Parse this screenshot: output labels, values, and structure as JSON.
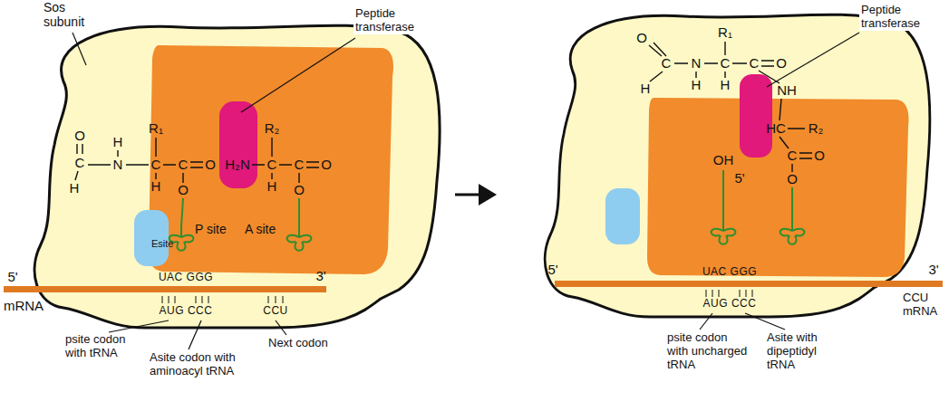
{
  "diagram": {
    "nodes": [
      {
        "text": [
          "Sos subunit"
        ]
      },
      {
        "text": [
          "P site",
          "A site"
        ],
        "in": 0
      },
      {
        "text": [
          "Esite"
        ],
        "in": 0
      }
    ],
    "labels": [
      "Peptide transferase",
      "O",
      "C",
      "H",
      "H",
      "N",
      "R₁",
      "C",
      "H",
      "C",
      "O",
      "O",
      "R₂",
      "H₂N",
      "C",
      "H",
      "C",
      "O",
      "O",
      "UAC GGG",
      "AUG CCC",
      "CCU",
      "5'",
      "mRNA",
      "3'",
      "psite codon with tRNA",
      "Asite codon with aminoacyl tRNA",
      "Next codon",
      "Peptide transferase",
      "O",
      "C",
      "H",
      "R₁",
      "N",
      "H",
      "C",
      "H",
      "C",
      "O",
      "NH",
      "HC",
      "R₂",
      "C",
      "O",
      "O",
      "OH",
      "5'",
      "UAC GGG",
      "AUG CCC",
      "5'",
      "3'",
      "CCU mRNA",
      "psite codon with uncharged tRNA",
      "Asite with dipeptidyl tRNA"
    ]
  }
}
